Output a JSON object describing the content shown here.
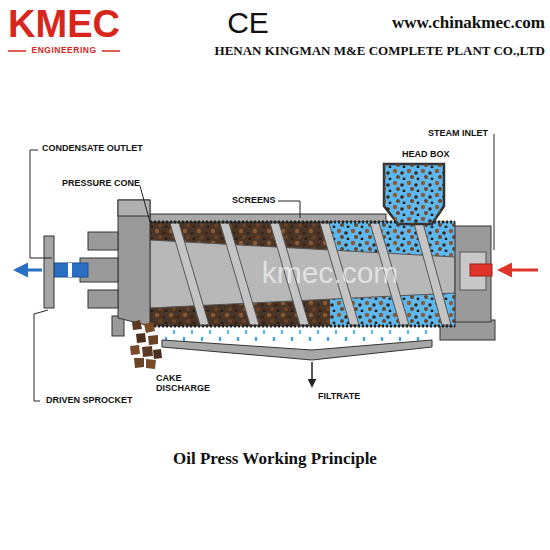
{
  "diagram": {
    "caption": "Oil Press Working Principle",
    "labels": [
      "KMEC",
      "ENGINEERING",
      "CE",
      "www.chinakmec.com",
      "HENAN KINGMAN M&E COMPLETE PLANT CO.,LTD",
      "CONDENSATE OUTLET",
      "PRESSURE CONE",
      "SCREENS",
      "STEAM INLET",
      "HEAD BOX",
      "DRIVEN SPROCKET",
      "CAKE DISCHARGE",
      "FILTRATE",
      "kmec.com"
    ]
  }
}
